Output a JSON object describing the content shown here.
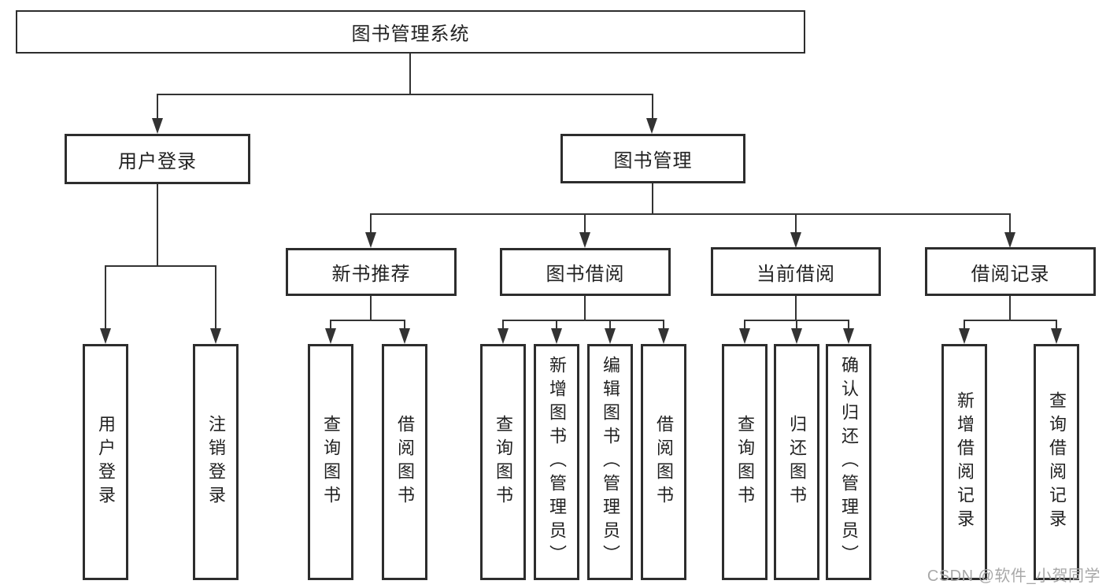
{
  "diagram": {
    "title": "图书管理系统",
    "watermark": "CSDN @软件_小贺同学",
    "colors": {
      "line": "#333333",
      "box_border": "#2d2d2d",
      "text": "#222222",
      "watermark": "#a8a8a8",
      "background": "#ffffff"
    },
    "tree": {
      "root": {
        "label": "图书管理系统"
      },
      "branches": [
        {
          "label": "用户登录",
          "children": [
            {
              "label": "用户登录"
            },
            {
              "label": "注销登录"
            }
          ]
        },
        {
          "label": "图书管理",
          "children": [
            {
              "label": "新书推荐",
              "children": [
                {
                  "label": "查询图书"
                },
                {
                  "label": "借阅图书"
                }
              ]
            },
            {
              "label": "图书借阅",
              "children": [
                {
                  "label": "查询图书"
                },
                {
                  "label": "新增图书（管理员）"
                },
                {
                  "label": "编辑图书（管理员）"
                },
                {
                  "label": "借阅图书"
                }
              ]
            },
            {
              "label": "当前借阅",
              "children": [
                {
                  "label": "查询图书"
                },
                {
                  "label": "归还图书"
                },
                {
                  "label": "确认归还（管理员）"
                }
              ]
            },
            {
              "label": "借阅记录",
              "children": [
                {
                  "label": "新增借阅记录"
                },
                {
                  "label": "查询借阅记录"
                }
              ]
            }
          ]
        }
      ]
    }
  }
}
